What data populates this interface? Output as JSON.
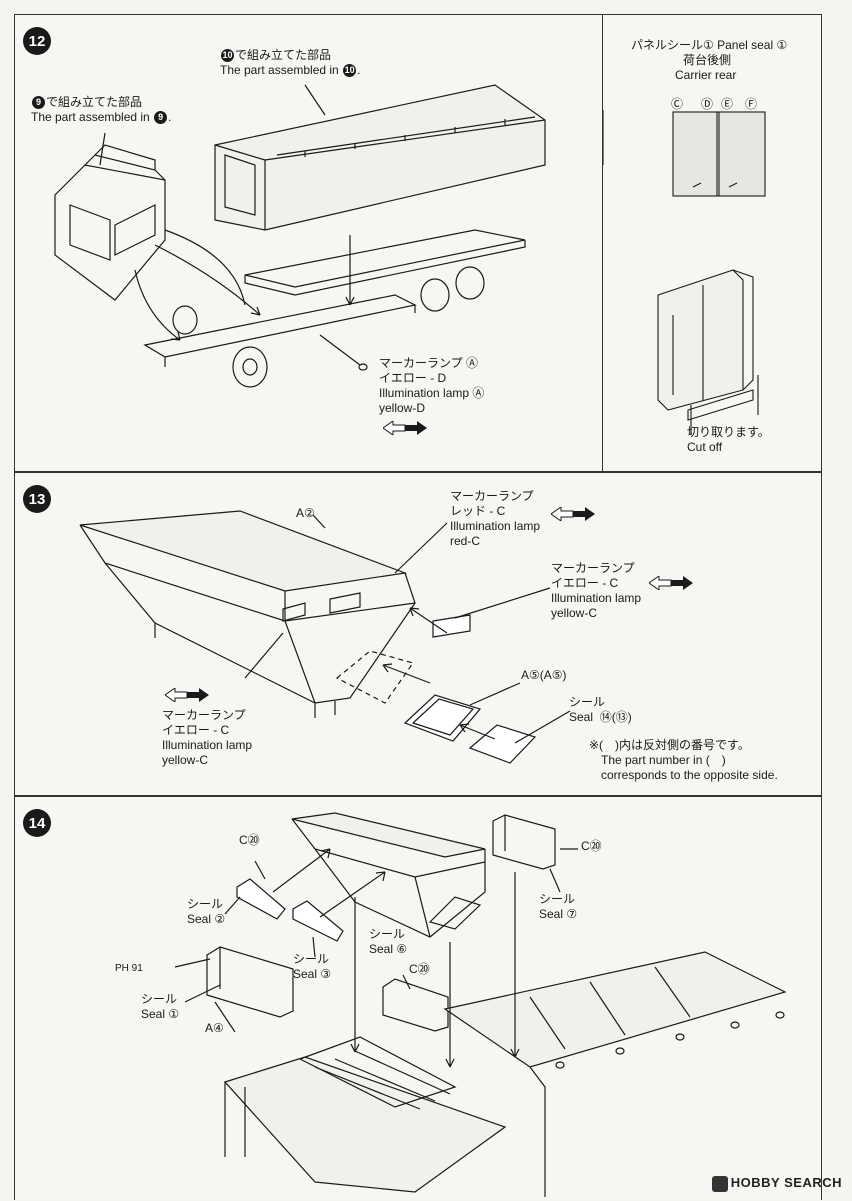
{
  "step12": {
    "number": "12",
    "part10_ja": "で組み立てた部品",
    "part10_en": "The part assembled in",
    "part10_ref": "10",
    "part9_ja": "で組み立てた部品",
    "part9_en": "The part assembled in",
    "part9_ref": "9",
    "lamp_ja_1": "マーカーランプ Ⓐ",
    "lamp_ja_2": "イエロー - D",
    "lamp_en_1": "Illumination lamp Ⓐ",
    "lamp_en_2": "yellow-D",
    "inset": {
      "seal_title": "パネルシール① Panel seal ①",
      "rear_ja": "荷台後側",
      "rear_en": "Carrier rear",
      "letters": [
        "Ⓒ",
        "Ⓓ",
        "Ⓔ",
        "Ⓕ"
      ],
      "cut_ja": "切り取ります。",
      "cut_en": "Cut off"
    }
  },
  "step13": {
    "number": "13",
    "a2": "A②",
    "red_ja_1": "マーカーランプ",
    "red_ja_2": "レッド - C",
    "red_en_1": "Illumination lamp",
    "red_en_2": "red-C",
    "yel_ja_1": "マーカーランプ",
    "yel_ja_2": "イエロー - C",
    "yel_en_1": "Illumination lamp",
    "yel_en_2": "yellow-C",
    "left_ja_1": "マーカーランプ",
    "left_ja_2": "イエロー - C",
    "left_en_1": "Illumination lamp",
    "left_en_2": "yellow-C",
    "a5": "A⑤(A⑤)",
    "seal_ja": "シール",
    "seal_en": "Seal",
    "seal_nums": "⑭(⑬)",
    "note_ja": "※(　)内は反対側の番号です。",
    "note_en_1": "The part number in (　)",
    "note_en_2": "corresponds to the opposite side."
  },
  "step14": {
    "number": "14",
    "c20_a": "C⑳",
    "c20_b": "C⑳",
    "c20_c": "C⑳",
    "seal2_ja": "シール",
    "seal2_en": "Seal",
    "seal2_num": "②",
    "seal3_ja": "シール",
    "seal3_en": "Seal",
    "seal3_num": "③",
    "seal6_ja": "シール",
    "seal6_en": "Seal",
    "seal6_num": "⑥",
    "seal7_ja": "シール",
    "seal7_en": "Seal",
    "seal7_num": "⑦",
    "seal1_ja": "シール",
    "seal1_en": "Seal",
    "seal1_num": "①",
    "ph91": "PH 91",
    "a4": "A④"
  },
  "watermark": "HOBBY SEARCH",
  "colors": {
    "ink": "#1a1a1a",
    "paper": "#f4f4f1",
    "seal_fill": "#e6e6e2"
  }
}
